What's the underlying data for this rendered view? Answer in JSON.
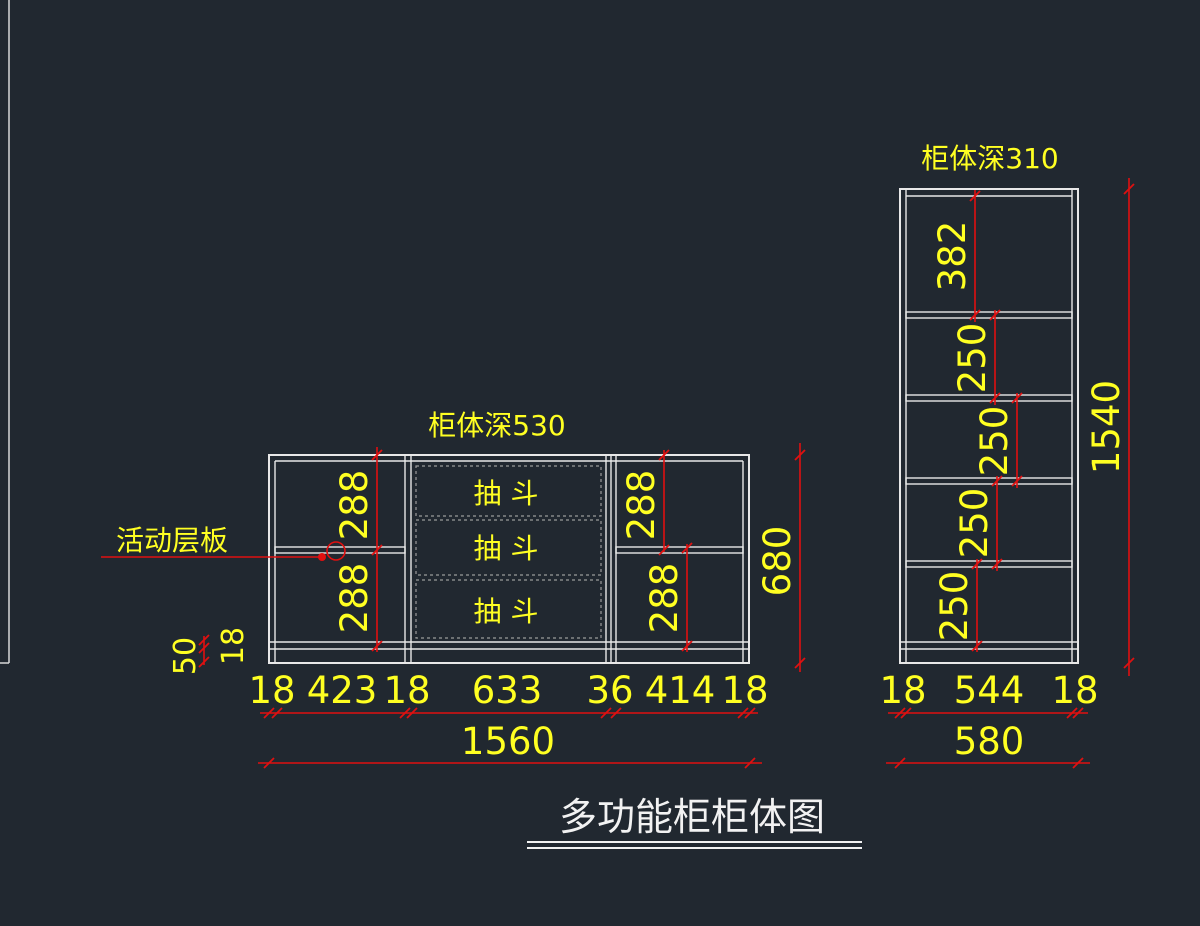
{
  "colors": {
    "background": "#212830",
    "outline": "#e8e8e8",
    "dimension": "#e01010",
    "dimension_text": "#ffff22",
    "title_text": "#f2f2f2"
  },
  "drawing_title": "多功能柜柜体图",
  "low_cabinet": {
    "depth_label": "柜体深530",
    "callout_label": "活动层板",
    "drawer_label": "抽 斗",
    "left_heights": [
      "288",
      "288"
    ],
    "right_heights": [
      "288",
      "288"
    ],
    "base_dims": [
      "50",
      "18"
    ],
    "total_height": "680",
    "width_segments": [
      "18",
      "423",
      "18",
      "633",
      "36",
      "414",
      "18"
    ],
    "total_width": "1560"
  },
  "tall_cabinet": {
    "depth_label": "柜体深310",
    "heights": [
      "382",
      "250",
      "250",
      "250",
      "250"
    ],
    "total_height": "1540",
    "width_segments": [
      "18",
      "544",
      "18"
    ],
    "total_width": "580"
  }
}
